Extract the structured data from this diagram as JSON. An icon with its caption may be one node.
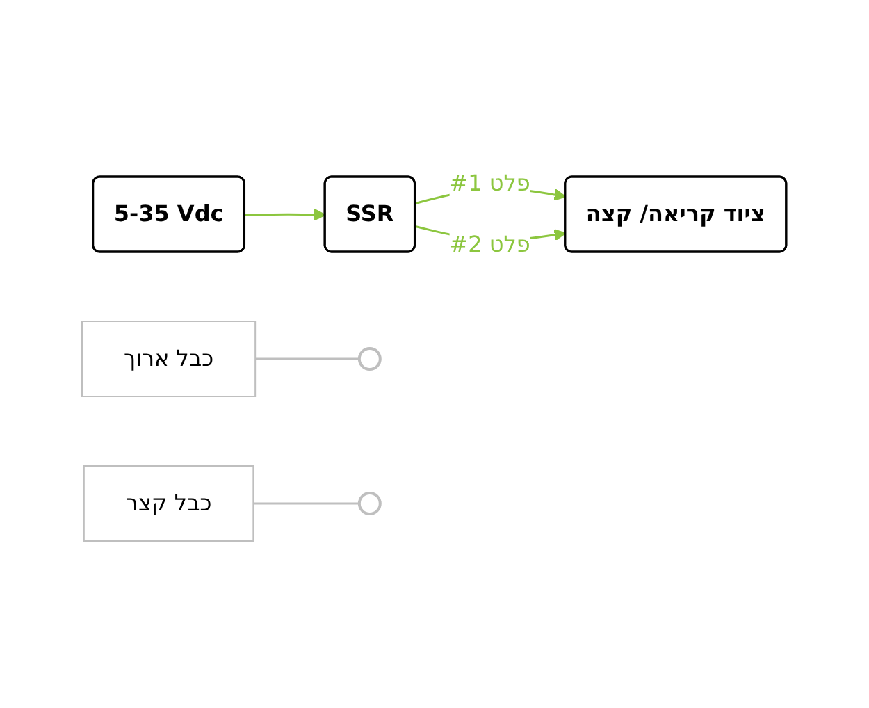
{
  "diagram": {
    "nodes": [
      {
        "text": [
          "SSR"
        ]
      },
      {
        "text": [
          "כבל ארוך"
        ]
      },
      {
        "text": [],
        "shape": "circle"
      },
      {
        "text": [
          "ציוד קריאה/ קצה"
        ]
      },
      {
        "text": [],
        "shape": "circle"
      },
      {
        "text": [
          "5-35 Vdc"
        ]
      },
      {
        "text": [
          "כבל קצר"
        ]
      }
    ],
    "edges": [
      {
        "from": 0,
        "to": 3,
        "arrow": "to",
        "label": "פלט #1"
      },
      {
        "from": 0,
        "to": 3,
        "arrow": "to",
        "label": "פלט #2"
      },
      {
        "from": 5,
        "to": 0,
        "arrow": "to"
      },
      {
        "from": 1,
        "to": 2,
        "arrow": "none",
        "color": "#bfbfbf"
      },
      {
        "from": 6,
        "to": 4,
        "arrow": "none",
        "color": "#bfbfbf"
      }
    ]
  }
}
